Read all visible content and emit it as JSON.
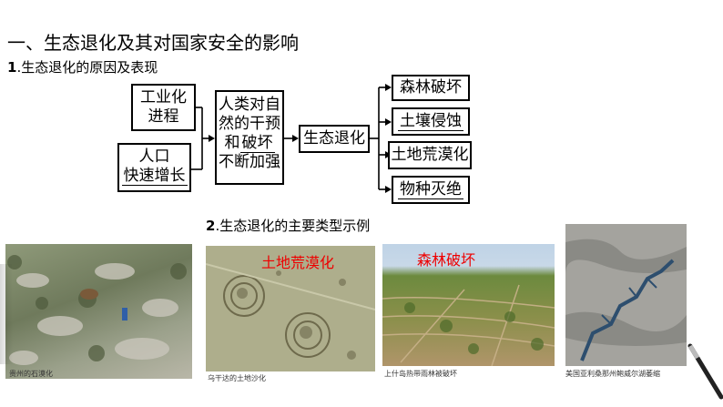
{
  "heading": {
    "title": "一、生态退化及其对国家安全的影响"
  },
  "section1": {
    "num": "1",
    "label": ".生态退化的原因及表现"
  },
  "diagram": {
    "causes": [
      {
        "lines": [
          "工业化",
          "进程"
        ]
      },
      {
        "lines": [
          "人口",
          "快速增长"
        ]
      }
    ],
    "middle": {
      "line1": "人类对自",
      "line2": "然的干预",
      "line3a": "和",
      "line3b": "破坏",
      "line4": "不断加强"
    },
    "center": "生态退化",
    "results": [
      "森林破坏",
      "土壤侵蚀",
      "土地荒漠化",
      "物种灭绝"
    ]
  },
  "section2": {
    "num": "2",
    "label": ".生态退化的主要类型示例"
  },
  "photos": [
    {
      "caption": "贵州的石漠化",
      "overlay": ""
    },
    {
      "caption": "乌干达的土地沙化",
      "overlay": "土地荒漠化"
    },
    {
      "caption": "上什岛热带雨林被破坏",
      "overlay": "森林破坏"
    },
    {
      "caption": "美国亚利桑那州鲍威尔湖萎缩",
      "overlay": ""
    }
  ],
  "colors": {
    "overlay_text": "#e00000",
    "photo_sky": "#bfd3e6"
  }
}
